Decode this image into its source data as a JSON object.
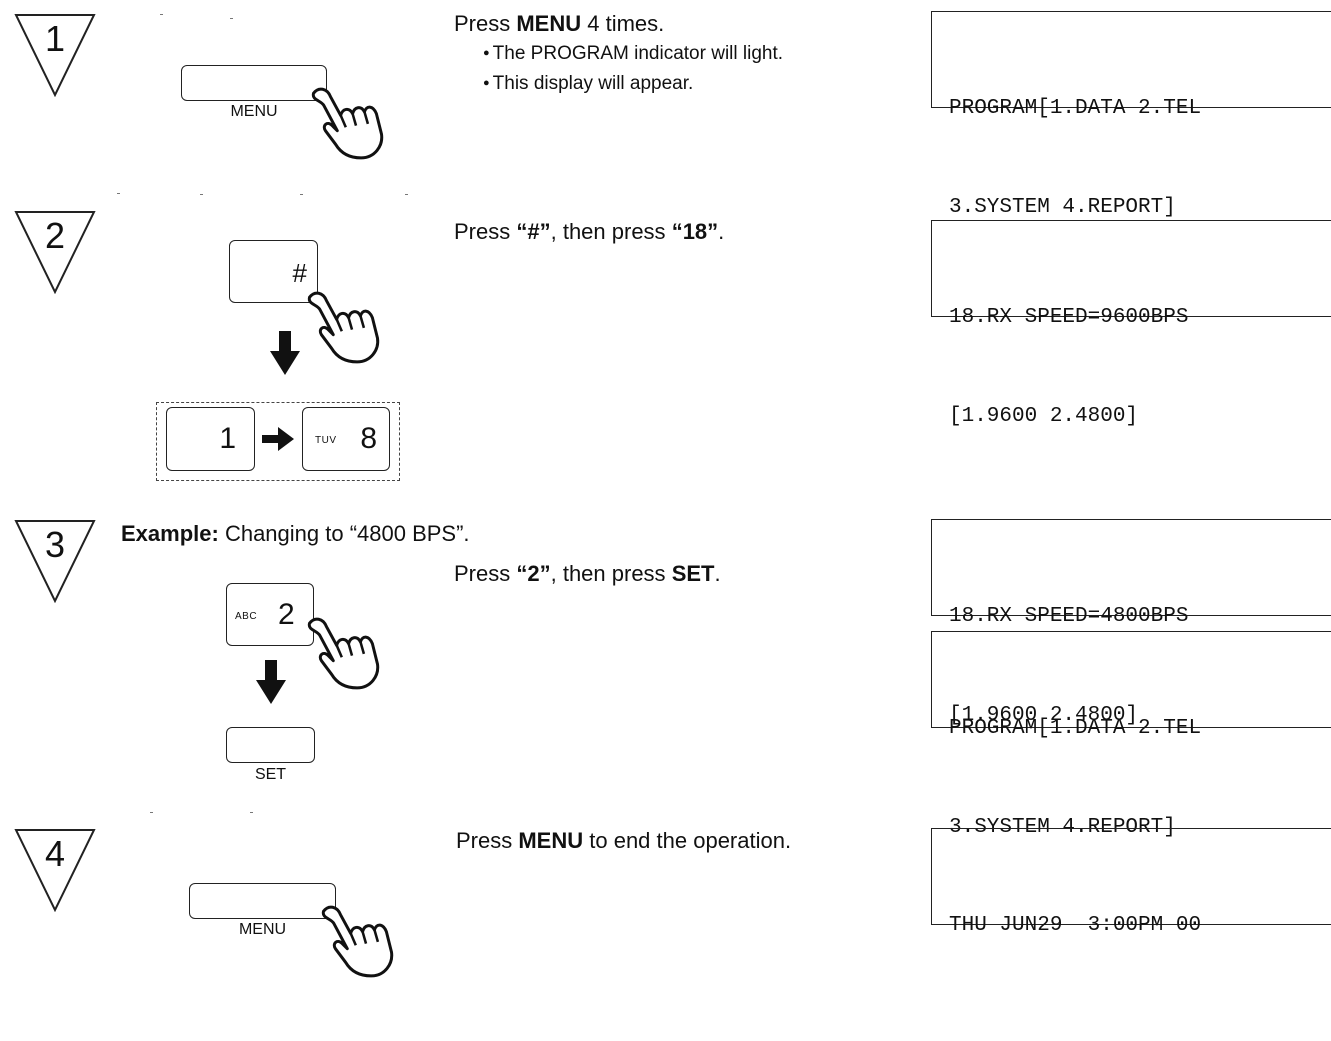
{
  "steps": [
    {
      "number": "1",
      "instruction": {
        "prefix": "Press ",
        "bold": "MENU",
        "suffix": " 4 times."
      },
      "bullets": [
        "The PROGRAM indicator will light.",
        "This display will appear."
      ],
      "keys": [
        {
          "label": "MENU"
        }
      ],
      "displays": [
        {
          "line1": "PROGRAM[1.DATA 2.TEL",
          "line2": "3.SYSTEM 4.REPORT]"
        }
      ]
    },
    {
      "number": "2",
      "instruction": {
        "prefix": "Press ",
        "bold1": "“#”",
        "middle": ", then press ",
        "bold2": "“18”",
        "suffix": "."
      },
      "keys": [
        {
          "glyph": "#"
        },
        {
          "glyph": "1"
        },
        {
          "sub": "TUV",
          "glyph": "8"
        }
      ],
      "displays": [
        {
          "line1": "18.RX SPEED=9600BPS",
          "line2": "[1.9600 2.4800]"
        }
      ]
    },
    {
      "number": "3",
      "example": {
        "bold": "Example:",
        "text": " Changing to “4800 BPS”."
      },
      "instruction": {
        "prefix": "Press ",
        "bold1": "“2”",
        "middle": ", then press ",
        "bold2": "SET",
        "suffix": "."
      },
      "keys": [
        {
          "sub": "ABC",
          "glyph": "2"
        },
        {
          "label": "SET"
        }
      ],
      "displays": [
        {
          "line1": "18.RX SPEED=4800BPS",
          "line2": "[1.9600 2.4800]"
        },
        {
          "line1": "PROGRAM[1.DATA 2.TEL",
          "line2": "3.SYSTEM 4.REPORT]"
        }
      ]
    },
    {
      "number": "4",
      "instruction": {
        "prefix": "Press ",
        "bold": "MENU",
        "suffix": " to end the operation."
      },
      "keys": [
        {
          "label": "MENU"
        }
      ],
      "displays": [
        {
          "line1": "THU JUN29  3:00PM 00",
          "line2": ""
        }
      ]
    }
  ],
  "icons": {
    "step_badge": "down-triangle-icon",
    "press": "pointing-hand-icon",
    "next_step": "arrow-down-icon",
    "then": "arrow-right-icon"
  }
}
